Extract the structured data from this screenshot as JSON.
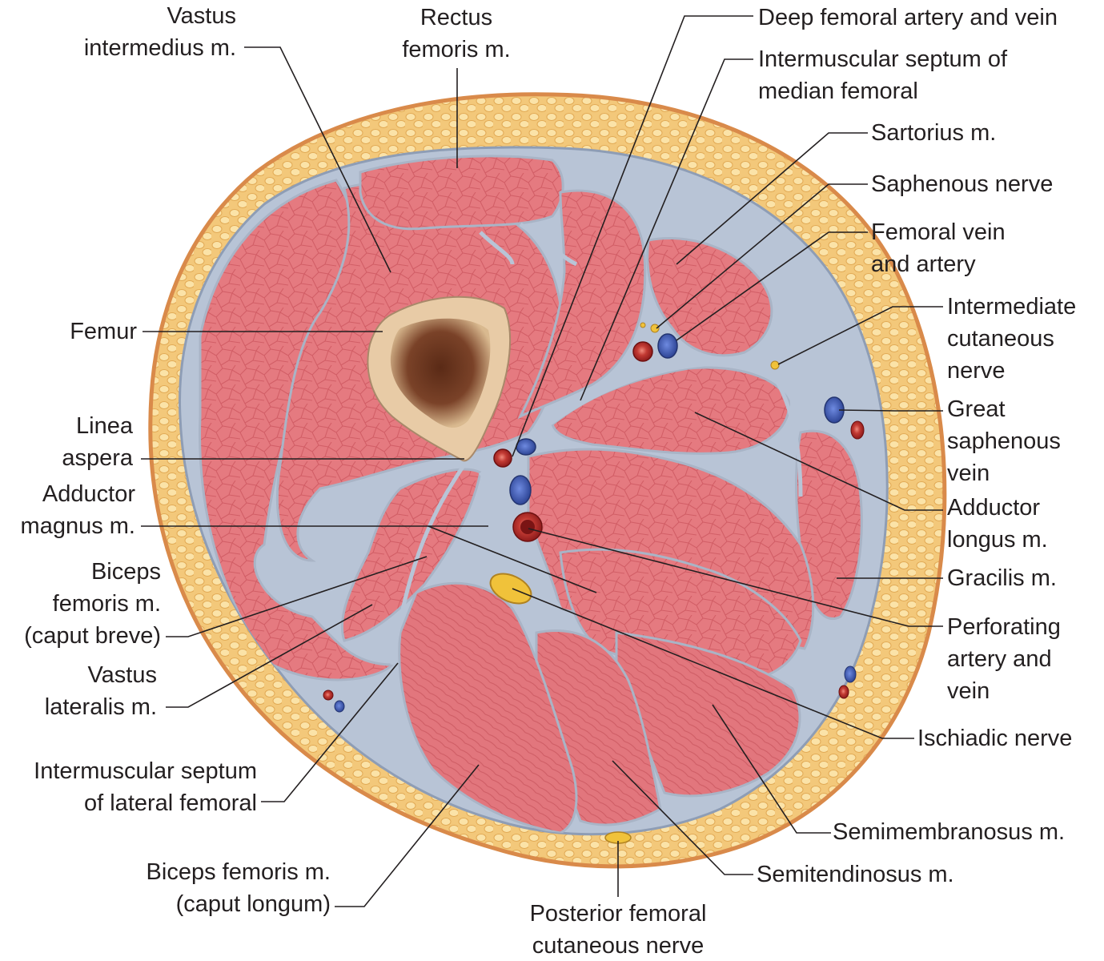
{
  "labels": {
    "vastus_intermedius": [
      "Vastus",
      "intermedius m."
    ],
    "rectus_femoris": [
      "Rectus",
      "femoris m."
    ],
    "deep_femoral": [
      "Deep femoral artery and vein"
    ],
    "septum_median": [
      "Intermuscular septum of",
      "median femoral"
    ],
    "sartorius": [
      "Sartorius m."
    ],
    "saphenous_nerve": [
      "Saphenous nerve"
    ],
    "femoral_vein_artery": [
      "Femoral vein",
      "and artery"
    ],
    "intermediate_cutaneous": [
      "Intermediate",
      "cutaneous",
      "nerve"
    ],
    "great_saphenous": [
      "Great",
      "saphenous",
      "vein"
    ],
    "adductor_longus": [
      "Adductor",
      "longus m."
    ],
    "gracilis": [
      "Gracilis m."
    ],
    "perforating": [
      "Perforating",
      "artery and",
      "vein"
    ],
    "ischiadic": [
      "Ischiadic nerve"
    ],
    "semimembranosus": [
      "Semimembranosus m."
    ],
    "semitendinosus": [
      "Semitendinosus m."
    ],
    "posterior_cutaneous": [
      "Posterior femoral",
      "cutaneous nerve"
    ],
    "biceps_longum": [
      "Biceps femoris m.",
      "(caput longum)"
    ],
    "septum_lateral": [
      "Intermuscular septum",
      "of lateral femoral"
    ],
    "vastus_lateralis": [
      "Vastus",
      "lateralis m."
    ],
    "biceps_breve": [
      "Biceps",
      "femoris m.",
      "(caput breve)"
    ],
    "adductor_magnus": [
      "Adductor",
      "magnus m."
    ],
    "linea_aspera": [
      "Linea",
      "aspera"
    ],
    "femur": [
      "Femur"
    ]
  },
  "colors": {
    "fat": "#f3c87a",
    "fat_border": "#d98a4a",
    "fascia": "#b8c4d6",
    "muscle": "#e57a80",
    "bone": "#e8cba6",
    "marrow": "#6e3a22",
    "artery": "#b52626",
    "vein": "#3a56b0",
    "nerve": "#f0c23a",
    "leader": "#231f20"
  }
}
